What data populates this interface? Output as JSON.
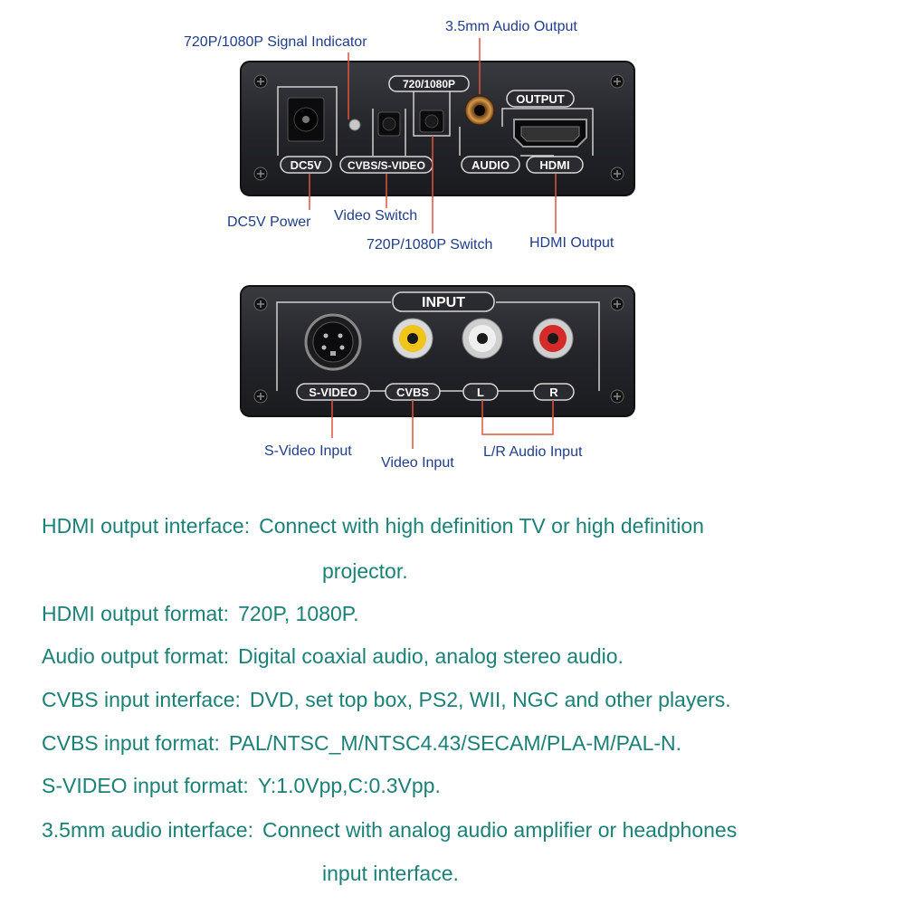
{
  "callouts": {
    "signal_indicator": "720P/1080P Signal Indicator",
    "audio_output": "3.5mm Audio Output",
    "dc5v_power": "DC5V Power",
    "video_switch": "Video Switch",
    "switch_720_1080": "720P/1080P Switch",
    "hdmi_output": "HDMI Output",
    "svideo_input": "S-Video Input",
    "video_input": "Video Input",
    "lr_audio_input": "L/R Audio Input"
  },
  "front_panel": {
    "dc5v": "DC5V",
    "cvbs_svideo": "CVBS/S-VIDEO",
    "res_switch": "720/1080P",
    "output": "OUTPUT",
    "audio": "AUDIO",
    "hdmi": "HDMI"
  },
  "back_panel": {
    "input": "INPUT",
    "svideo": "S-VIDEO",
    "cvbs": "CVBS",
    "left": "L",
    "right": "R"
  },
  "specs": [
    {
      "key": "HDMI output interface:",
      "value": "Connect with high definition TV or high definition",
      "cont": "projector."
    },
    {
      "key": "HDMI output format:",
      "value": "720P, 1080P."
    },
    {
      "key": "Audio output format:",
      "value": "Digital coaxial audio, analog stereo audio."
    },
    {
      "key": "CVBS input interface:",
      "value": "DVD, set top box, PS2, WII, NGC and other players."
    },
    {
      "key": "CVBS input format:",
      "value": "PAL/NTSC_M/NTSC4.43/SECAM/PLA-M/PAL-N."
    },
    {
      "key": "S-VIDEO input format:",
      "value": "Y:1.0Vpp,C:0.3Vpp."
    },
    {
      "key": "3.5mm audio interface:",
      "value": "Connect with analog audio amplifier or headphones",
      "cont": "input interface."
    }
  ],
  "colors": {
    "callout_text": "#1f3d8a",
    "spec_text": "#1b8177",
    "device_body": "#26272b",
    "rca_yellow": "#f0c419",
    "rca_white": "#e8e8e8",
    "rca_red": "#d42a2a"
  }
}
